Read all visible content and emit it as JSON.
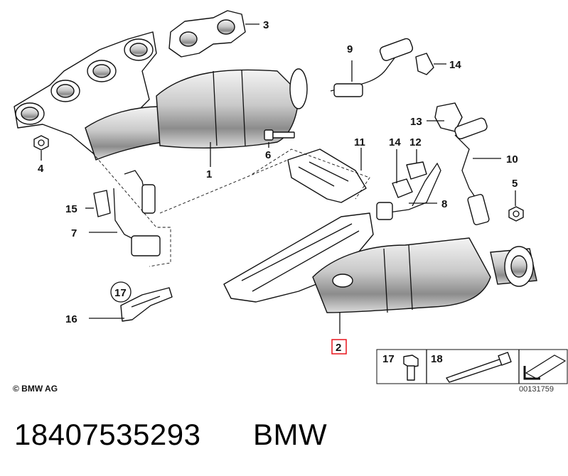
{
  "diagram": {
    "callouts": [
      "1",
      "2",
      "3",
      "4",
      "5",
      "6",
      "7",
      "8",
      "9",
      "10",
      "11",
      "12",
      "13",
      "14",
      "14",
      "15",
      "16",
      "17",
      "18"
    ],
    "highlighted_callout": "2",
    "circled_callout": "17",
    "legend": {
      "item_a": "17",
      "item_b": "18"
    },
    "highlight_color": "#e8141c"
  },
  "footer": {
    "copyright": "© BMW AG",
    "document_number": "00131759",
    "part_number": "18407535293",
    "brand": "BMW"
  }
}
